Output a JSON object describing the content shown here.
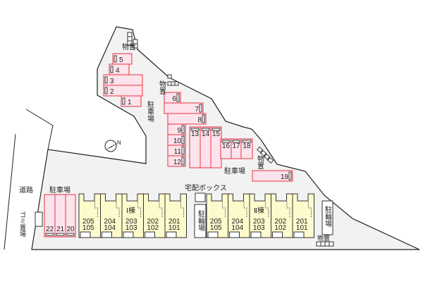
{
  "labels": {
    "storage": "物置",
    "parking": "駐車場",
    "road": "道路",
    "garbage": "ゴミ置場",
    "delivery_box": "宅配ボックス",
    "bicycle_parking": "駐輪場",
    "building_1": "Ⅰ棟",
    "building_2": "Ⅱ棟"
  },
  "compass": "N",
  "parking_spaces": [
    "1",
    "2",
    "3",
    "4",
    "5",
    "6",
    "7",
    "8",
    "9",
    "10",
    "11",
    "12",
    "13",
    "14",
    "15",
    "16",
    "17",
    "18",
    "19",
    "20",
    "21",
    "22"
  ],
  "building_1_units": [
    [
      "205",
      "105"
    ],
    [
      "204",
      "104"
    ],
    [
      "203",
      "103"
    ],
    [
      "202",
      "102"
    ],
    [
      "201",
      "101"
    ]
  ],
  "building_2_units": [
    [
      "205",
      "105"
    ],
    [
      "204",
      "104"
    ],
    [
      "203",
      "103"
    ],
    [
      "202",
      "102"
    ],
    [
      "201",
      "101"
    ]
  ],
  "colors": {
    "parking_fill": "#fde3ec",
    "parking_stroke": "#e8333f",
    "building_fill": "#fdfbcc",
    "site_fill": "#f2f2f2"
  }
}
